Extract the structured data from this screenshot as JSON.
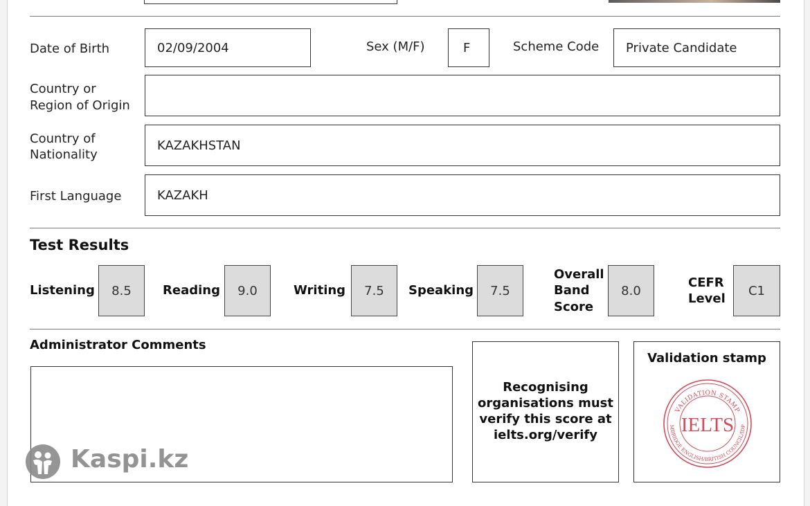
{
  "header": {
    "date_of_birth_label": "Date of Birth",
    "date_of_birth": "02/09/2004",
    "sex_label": "Sex (M/F)",
    "sex": "F",
    "scheme_code_label": "Scheme Code",
    "scheme_code": "Private Candidate"
  },
  "fields": {
    "country_region_origin_label_1": "Country or",
    "country_region_origin_label_2": "Region of Origin",
    "country_region_origin": "",
    "nationality_label_1": "Country of",
    "nationality_label_2": "Nationality",
    "nationality": "KAZAKHSTAN",
    "first_language_label": "First Language",
    "first_language": "KAZAKH"
  },
  "results": {
    "title": "Test Results",
    "listening_label": "Listening",
    "listening": "8.5",
    "reading_label": "Reading",
    "reading": "9.0",
    "writing_label": "Writing",
    "writing": "7.5",
    "speaking_label": "Speaking",
    "speaking": "7.5",
    "overall_label_1": "Overall",
    "overall_label_2": "Band",
    "overall_label_3": "Score",
    "overall": "8.0",
    "cefr_label_1": "CEFR",
    "cefr_label_2": "Level",
    "cefr": "C1"
  },
  "footer": {
    "admin_comments_label": "Administrator Comments",
    "verify_1": "Recognising",
    "verify_2": "organisations must",
    "verify_3": "verify this score at",
    "verify_4": "ielts.org/verify",
    "validation_label": "Validation stamp",
    "stamp_text": "IELTS",
    "stamp_top": "VALIDATION STAMP",
    "stamp_bottom": "CAMBRIDGE ENGLISH/BRITISH COUNCIL/IDP IA"
  },
  "watermark": {
    "text": "Kaspi.kz"
  },
  "colors": {
    "stamp": "#d14b5a",
    "score_fill": "#dcdcdc",
    "watermark": "#8a8a8a"
  }
}
